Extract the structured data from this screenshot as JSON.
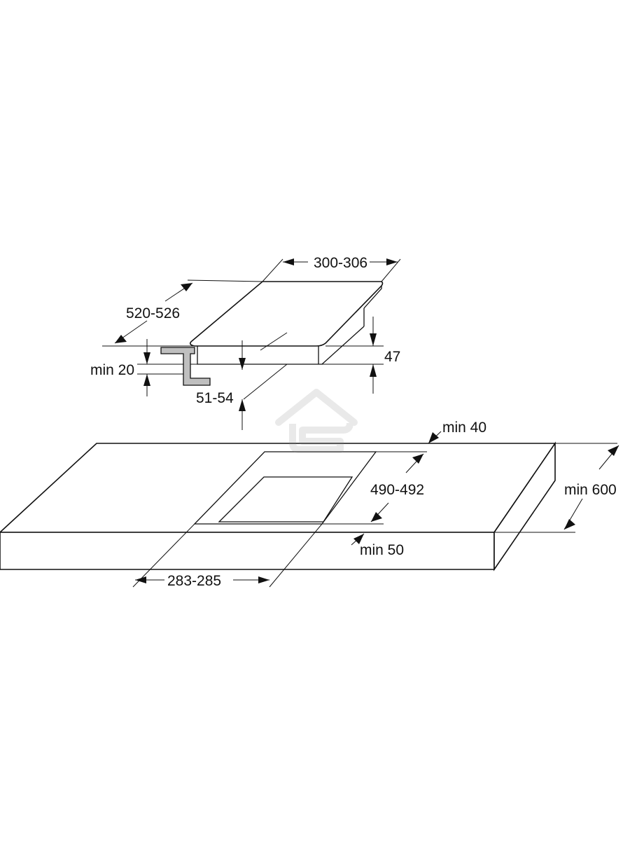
{
  "dimensions": {
    "hob_width": "300-306",
    "hob_depth": "520-526",
    "hob_height": "47",
    "min_clearance_below": "min 20",
    "insert_depth": "51-54",
    "cutout_depth": "490-492",
    "cutout_width": "283-285",
    "min_rear": "min 40",
    "min_front": "min 50",
    "worktop_depth": "min 600"
  },
  "watermark": {
    "icon": "house-logo-icon"
  }
}
